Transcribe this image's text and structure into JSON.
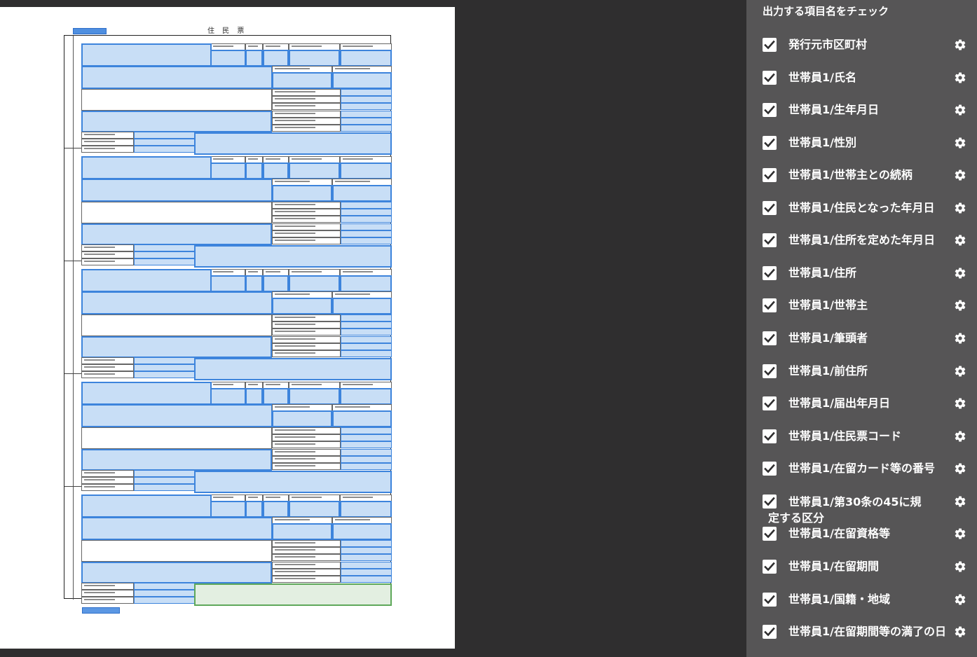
{
  "document": {
    "title": "住 民 票"
  },
  "panel": {
    "heading": "出力する項目名をチェック",
    "items": [
      {
        "label": "発行元市区町村",
        "checked": true
      },
      {
        "label": "世帯員1/氏名",
        "checked": true
      },
      {
        "label": "世帯員1/生年月日",
        "checked": true
      },
      {
        "label": "世帯員1/性別",
        "checked": true
      },
      {
        "label": "世帯員1/世帯主との続柄",
        "checked": true
      },
      {
        "label": "世帯員1/住民となった年月日",
        "checked": true
      },
      {
        "label": "世帯員1/住所を定めた年月日",
        "checked": true
      },
      {
        "label": "世帯員1/住所",
        "checked": true
      },
      {
        "label": "世帯員1/世帯主",
        "checked": true
      },
      {
        "label": "世帯員1/筆頭者",
        "checked": true
      },
      {
        "label": "世帯員1/前住所",
        "checked": true
      },
      {
        "label": "世帯員1/届出年月日",
        "checked": true
      },
      {
        "label": "世帯員1/住民票コード",
        "checked": true
      },
      {
        "label": "世帯員1/在留カード等の番号",
        "checked": true
      },
      {
        "label": "世帯員1/第30条の45に規定する区分",
        "checked": true
      },
      {
        "label": "世帯員1/在留資格等",
        "checked": true
      },
      {
        "label": "世帯員1/在留期間",
        "checked": true
      },
      {
        "label": "世帯員1/国籍・地域",
        "checked": true
      },
      {
        "label": "世帯員1/在留期間等の満了の日",
        "checked": true
      }
    ]
  },
  "colors": {
    "field_fill": "#c8def6",
    "field_border": "#3d84dc",
    "selected_fill": "#e3efe1",
    "selected_border": "#5ea85a",
    "panel_bg": "#565556",
    "app_bg": "#2f2e2f"
  }
}
